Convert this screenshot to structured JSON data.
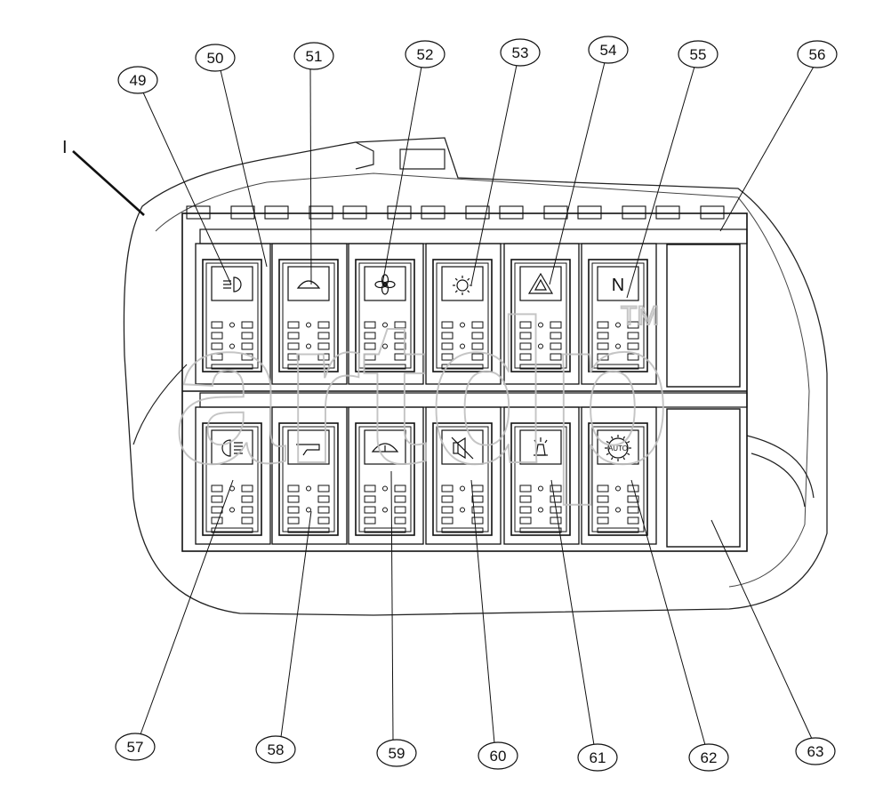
{
  "view_label": "I",
  "watermark": {
    "text": "artdp",
    "tm": "TM"
  },
  "callouts": [
    {
      "id": "c49",
      "label": "49"
    },
    {
      "id": "c50",
      "label": "50"
    },
    {
      "id": "c51",
      "label": "51"
    },
    {
      "id": "c52",
      "label": "52"
    },
    {
      "id": "c53",
      "label": "53"
    },
    {
      "id": "c54",
      "label": "54"
    },
    {
      "id": "c55",
      "label": "55"
    },
    {
      "id": "c56",
      "label": "56"
    },
    {
      "id": "c57",
      "label": "57"
    },
    {
      "id": "c58",
      "label": "58"
    },
    {
      "id": "c59",
      "label": "59"
    },
    {
      "id": "c60",
      "label": "60"
    },
    {
      "id": "c61",
      "label": "61"
    },
    {
      "id": "c62",
      "label": "62"
    },
    {
      "id": "c63",
      "label": "63"
    }
  ],
  "switches": {
    "top": [
      {
        "icon": "work-light-icon"
      },
      {
        "icon": "wiper-icon"
      },
      {
        "icon": "fan-icon"
      },
      {
        "icon": "interior-light-icon"
      },
      {
        "icon": "hazard-triangle-icon"
      },
      {
        "icon": "neutral-n-icon",
        "text": "N"
      }
    ],
    "bottom": [
      {
        "icon": "headlight-icon"
      },
      {
        "icon": "wiper-blade-icon"
      },
      {
        "icon": "washer-icon"
      },
      {
        "icon": "horn-mute-icon"
      },
      {
        "icon": "beacon-icon"
      },
      {
        "icon": "auto-icon",
        "text": "AUTO"
      }
    ]
  }
}
